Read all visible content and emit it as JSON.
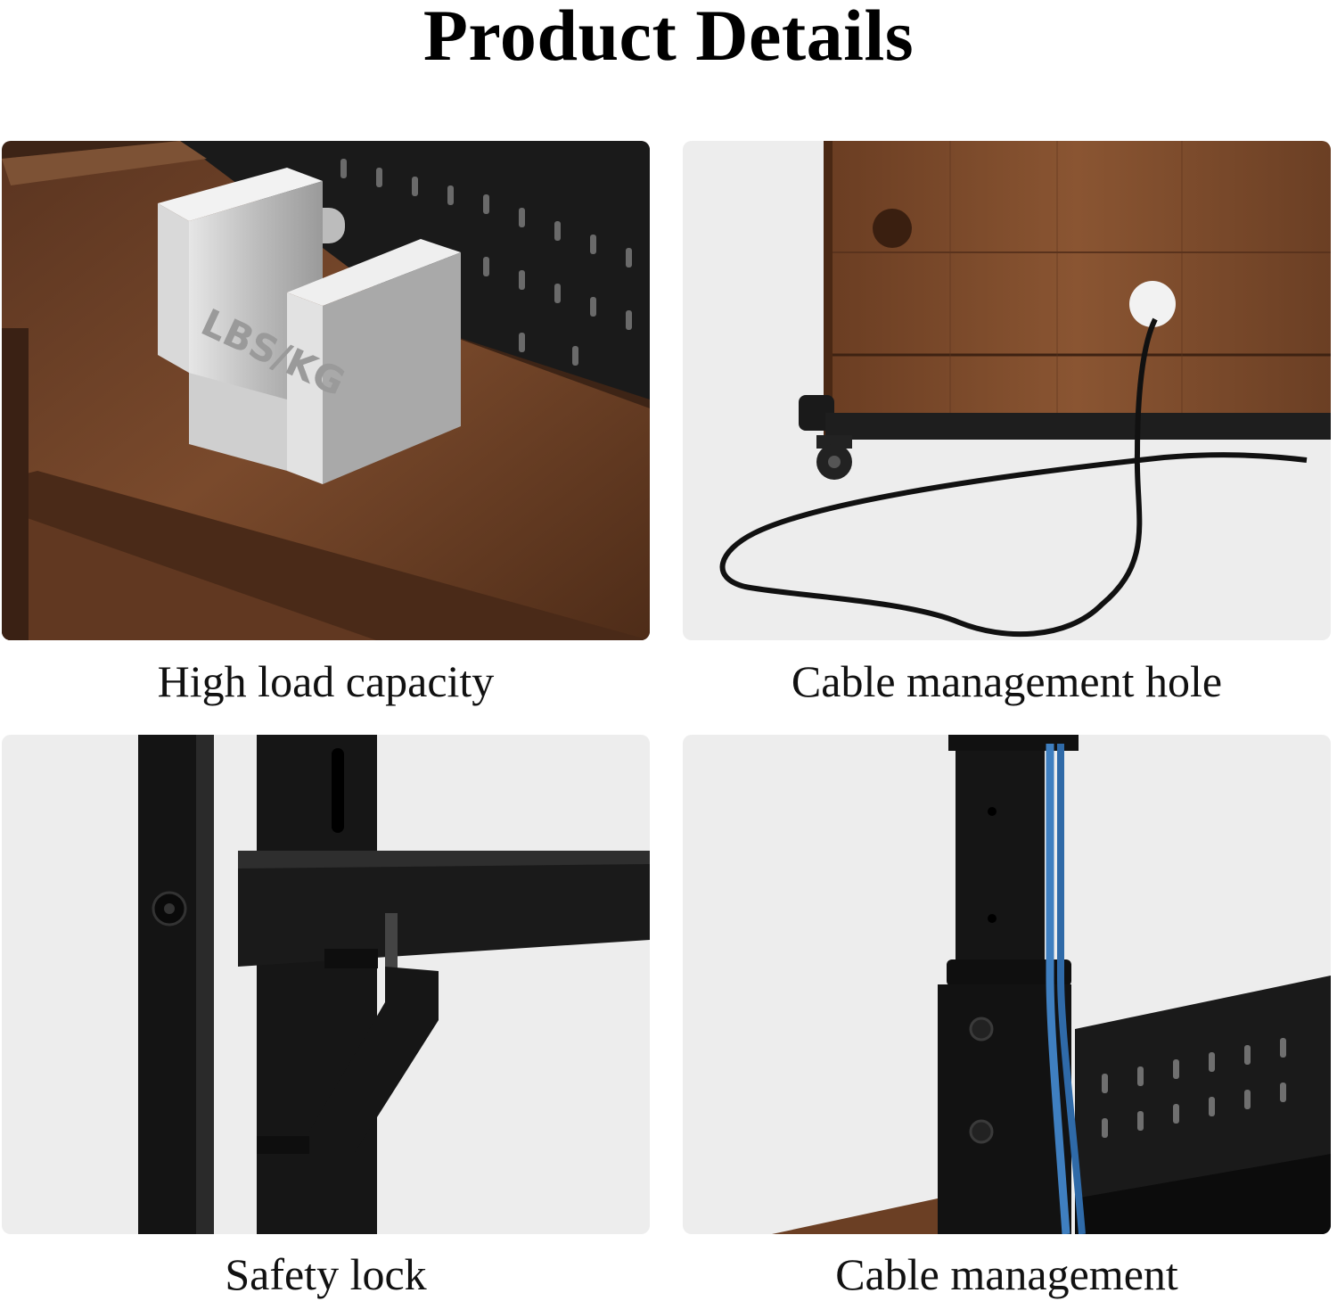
{
  "page": {
    "title": "Product Details"
  },
  "panels": [
    {
      "caption": "High load capacity",
      "image_icon": "weight-on-desk-photo",
      "embossed_text": "LBS/KG"
    },
    {
      "caption": "Cable management hole",
      "image_icon": "cable-hole-photo"
    },
    {
      "caption": "Safety lock",
      "image_icon": "safety-lock-bracket-photo"
    },
    {
      "caption": "Cable management",
      "image_icon": "cable-clip-leg-photo"
    }
  ],
  "colors": {
    "wood": "#6b3f25",
    "wood_dark": "#4a2814",
    "metal_black": "#151515",
    "steel": "#c9c9c9",
    "cable_blue": "#3f7fc0",
    "panel_bg": "#f0f0f0"
  }
}
